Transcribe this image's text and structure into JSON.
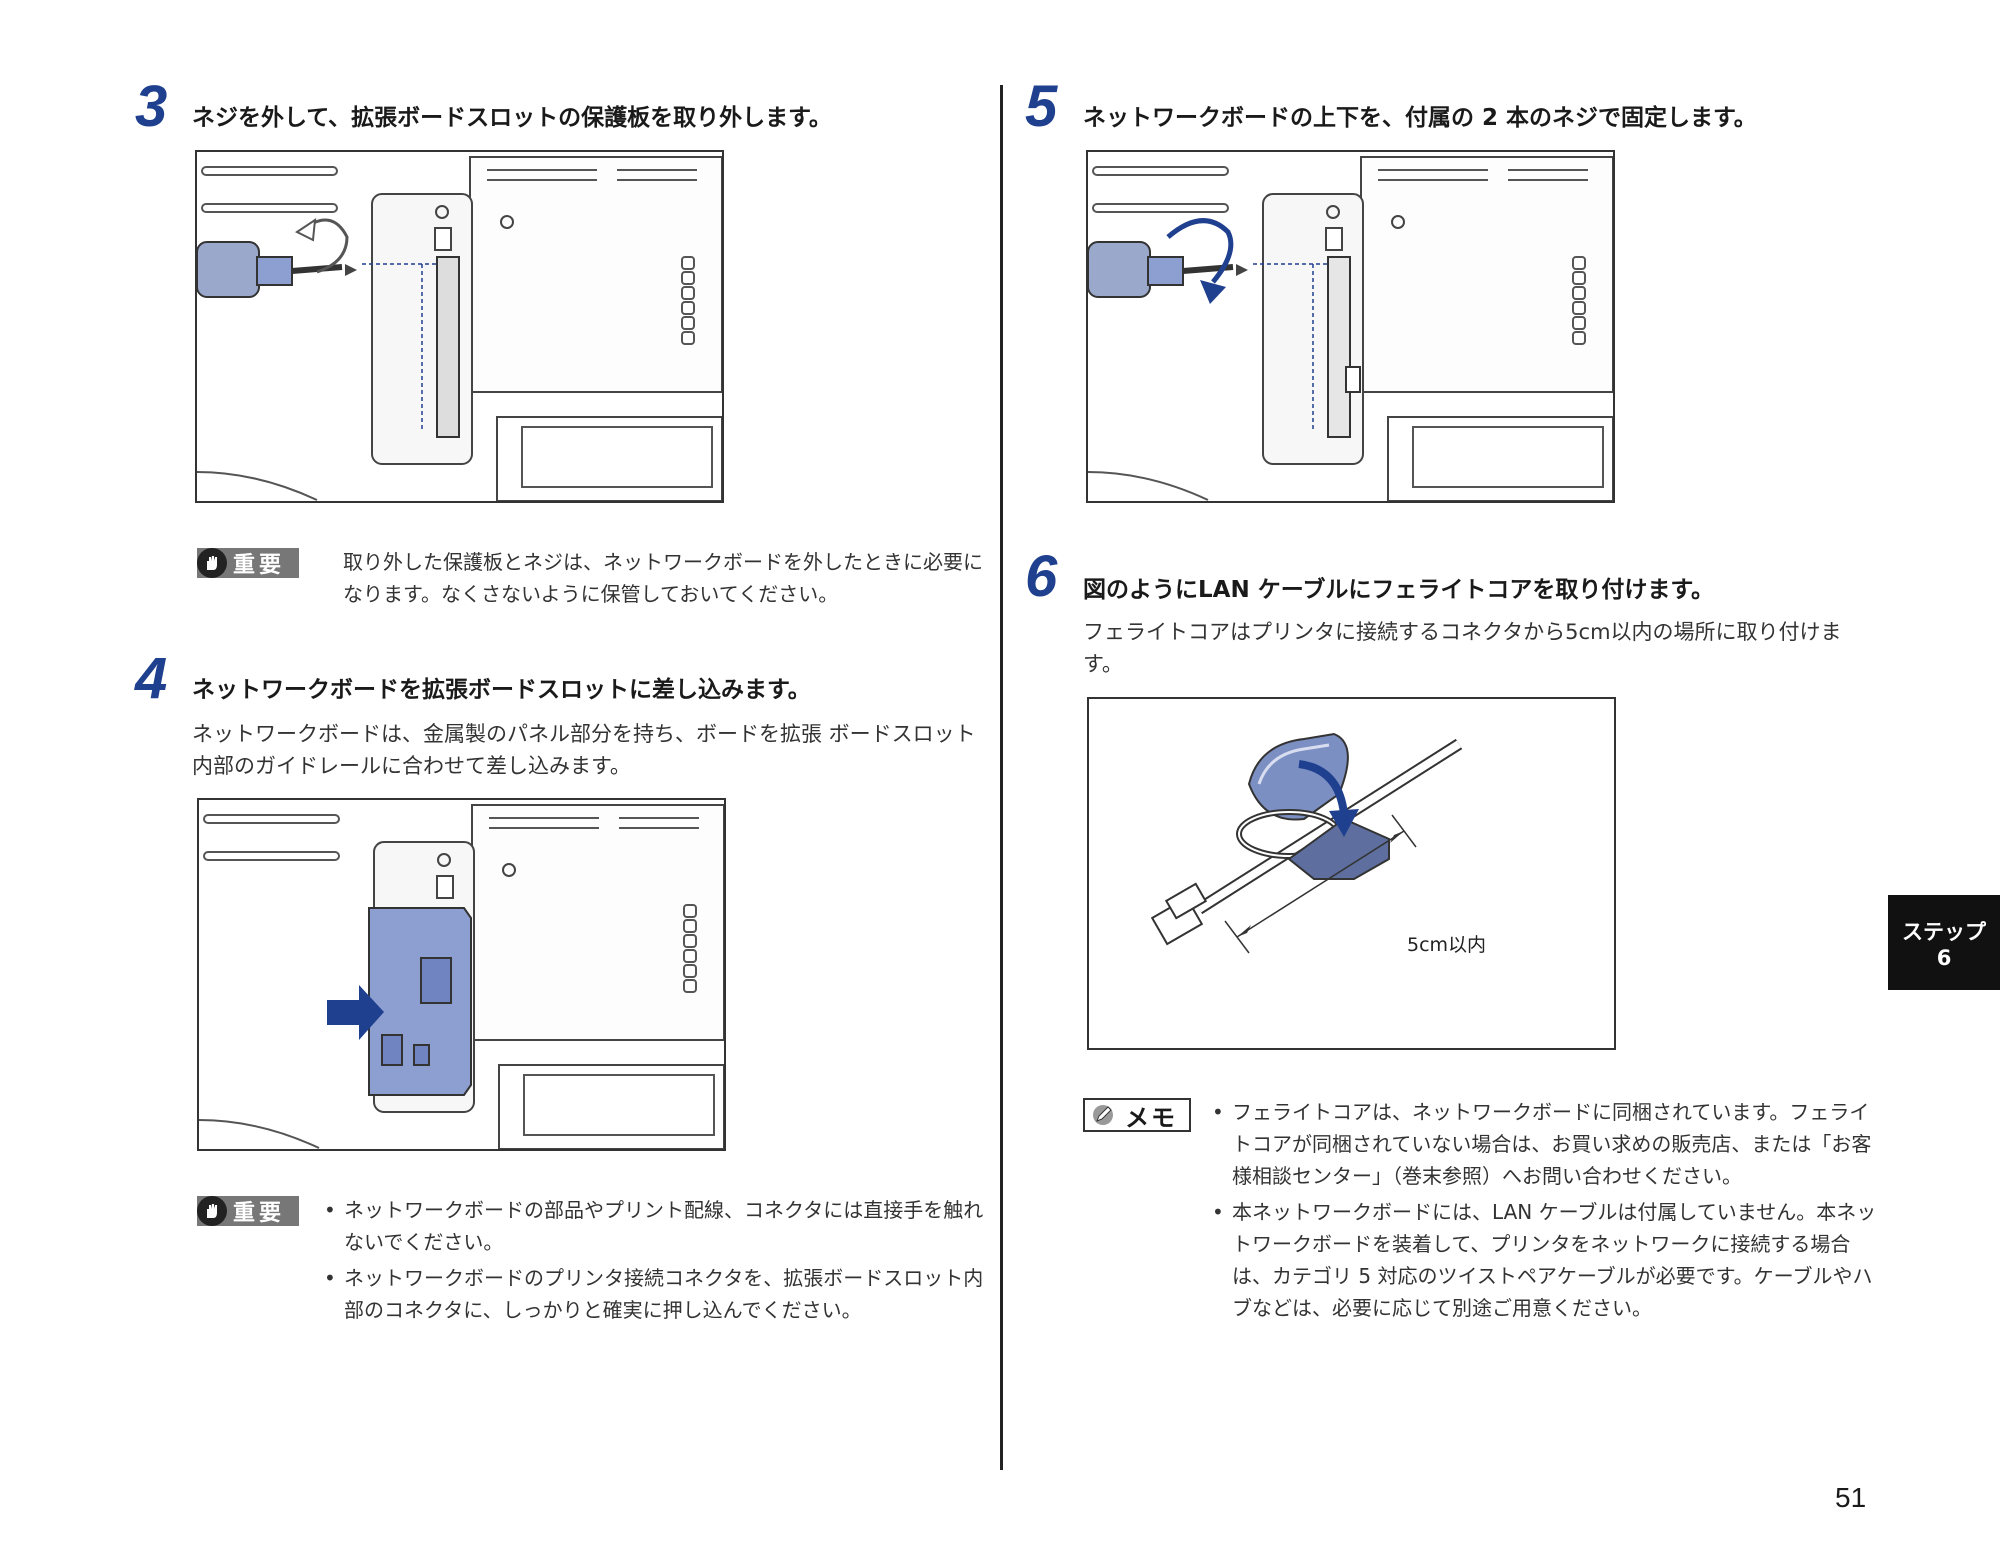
{
  "steps": [
    {
      "number": "3",
      "title": "ネジを外して、拡張ボードスロットの保護板を取り外します。"
    },
    {
      "number": "4",
      "title": "ネットワークボードを拡張ボードスロットに差し込みます。",
      "body": "ネットワークボードは、金属製のパネル部分を持ち、ボードを拡張 ボードスロット内部のガイドレールに合わせて差し込みます。"
    },
    {
      "number": "5",
      "title": "ネットワークボードの上下を、付属の 2 本のネジで固定します。"
    },
    {
      "number": "6",
      "title": "図のようにLAN ケーブルにフェライトコアを取り付けます。",
      "body": "フェライトコアはプリンタに接続するコネクタから5cm以内の場所に取り付けます。"
    }
  ],
  "notes": {
    "important_label": "重要",
    "memo_label": "メモ",
    "step3_important": "取り外した保護板とネジは、ネットワークボードを外したときに必要になります。なくさないように保管しておいてください。",
    "step4_important": [
      "ネットワークボードの部品やプリント配線、コネクタには直接手を触れないでください。",
      "ネットワークボードのプリンタ接続コネクタを、拡張ボードスロット内部のコネクタに、しっかりと確実に押し込んでください。"
    ],
    "step6_memo": [
      "フェライトコアは、ネットワークボードに同梱されています。フェライトコアが同梱されていない場合は、お買い求めの販売店、または「お客様相談センター」（巻末参照）へお問い合わせください。",
      "本ネットワークボードには、LAN ケーブルは付属していません。本ネットワークボードを装着して、プリンタをネットワークに接続する場合は、カテゴリ 5 対応のツイストペアケーブルが必要です。ケーブルやハブなどは、必要に応じて別途ご用意ください。"
    ]
  },
  "figure6": {
    "distance_label": "5cm以内"
  },
  "side_tab": {
    "line1": "ステップ",
    "line2": "6"
  },
  "page_number": "51",
  "colors": {
    "step_number": "#1f3f8f",
    "board_blue": "#8d9fd0",
    "arrow_blue": "#1f3f8f"
  },
  "icons": [
    "hand-stop-icon",
    "pencil-icon"
  ]
}
